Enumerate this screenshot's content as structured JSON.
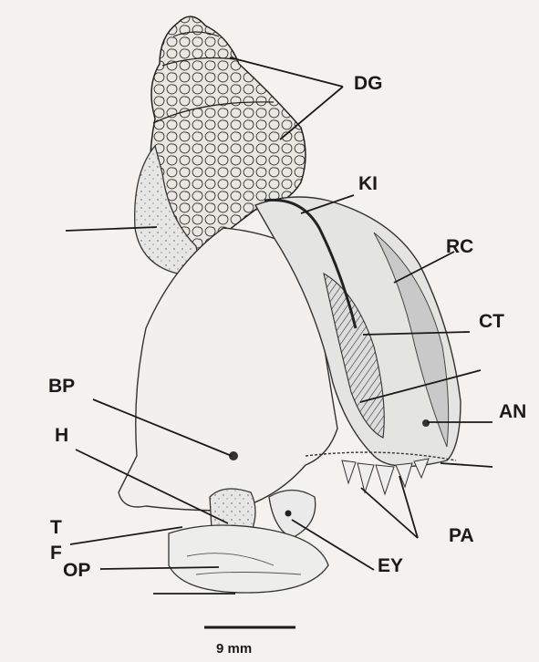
{
  "labels": {
    "dg": "DG",
    "ki": "KI",
    "rc": "RC",
    "ct": "CT",
    "bp": "BP",
    "an": "AN",
    "h": "H",
    "t": "T",
    "f": "F",
    "op": "OP",
    "ey": "EY",
    "pa": "PA"
  },
  "scale_bar": {
    "label": "9 mm"
  },
  "colors": {
    "ink": "#1a1a1a",
    "paper": "#f4f2ee",
    "shade": "#cfcfcf"
  }
}
